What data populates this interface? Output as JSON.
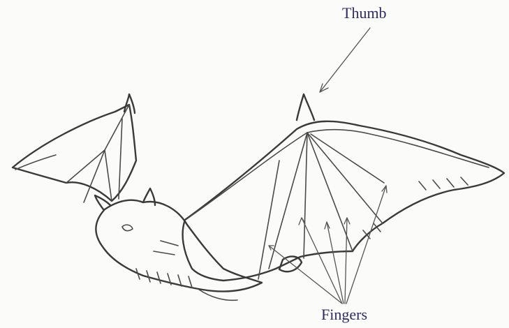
{
  "labels": {
    "thumb": "Thumb",
    "fingers": "Fingers"
  },
  "colors": {
    "label_text": "#2f2a66",
    "pencil_stroke": "#3a3a3a",
    "paper": "#fbfbfa"
  },
  "illustration": {
    "subject": "bat-in-flight-sketch"
  }
}
